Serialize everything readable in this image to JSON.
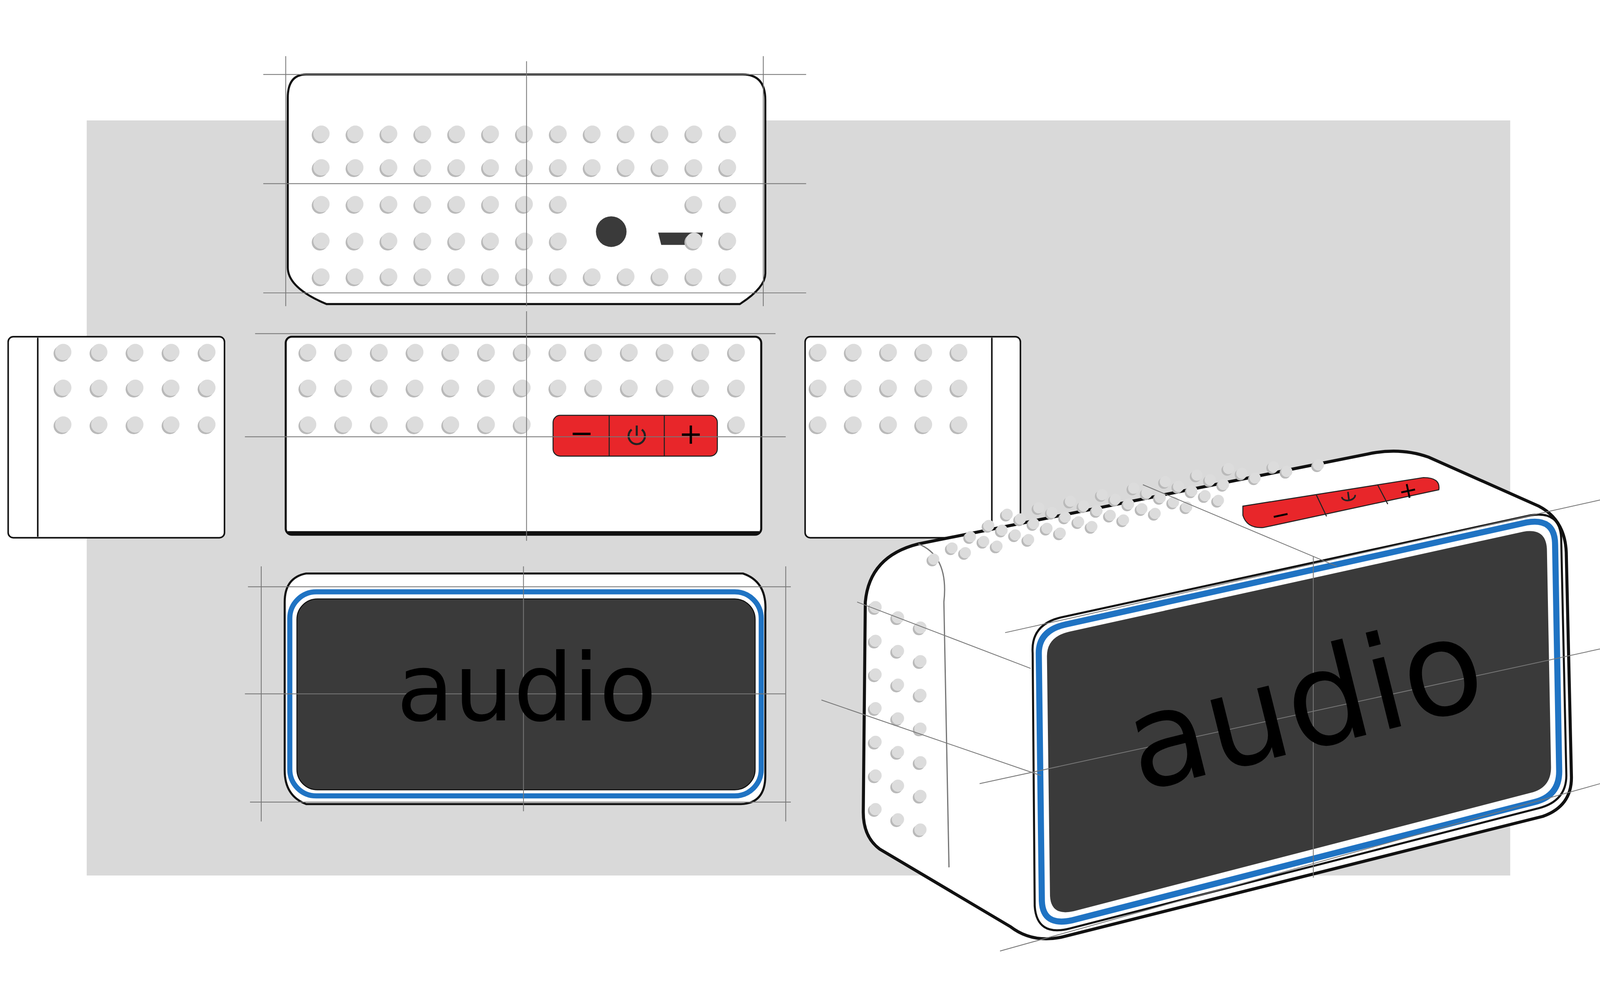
{
  "diagram": {
    "labels": [
      "−",
      "+",
      "audio",
      "−",
      "+",
      "audio"
    ]
  }
}
